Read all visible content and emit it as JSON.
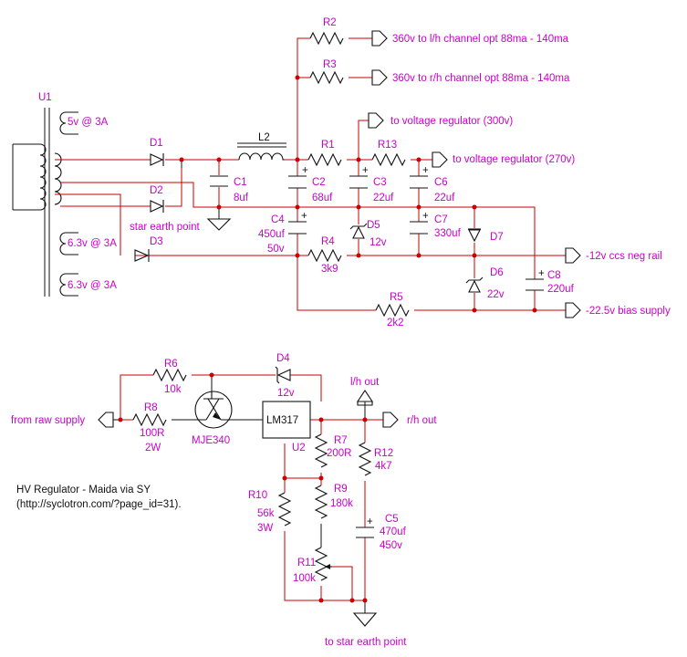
{
  "colors": {
    "wire": "#111111",
    "net": "#cc0000",
    "label": "#cc00cc"
  },
  "transformer": {
    "ref": "U1",
    "windings": [
      "5v @ 3A",
      "6.3v @ 3A",
      "6.3v @ 3A"
    ]
  },
  "components": {
    "D1": "D1",
    "D2": "D2",
    "D3": "D3",
    "D4": "D4",
    "D5": "D5",
    "D6": "D6",
    "D7": "D7",
    "L2": "L2",
    "R1": "R1",
    "R2": "R2",
    "R3": "R3",
    "R4": "R4",
    "R5": "R5",
    "R6": "R6",
    "R7": "R7",
    "R8": "R8",
    "R9": "R9",
    "R10": "R10",
    "R11": "R11",
    "R12": "R12",
    "R13": "R13",
    "C1": "C1",
    "C2": "C2",
    "C3": "C3",
    "C4": "C4",
    "C5": "C5",
    "C6": "C6",
    "C7": "C7",
    "C8": "C8",
    "U2": "U2"
  },
  "values": {
    "C1": "8uf",
    "C2": "68uf",
    "C3": "22uf",
    "C6": "22uf",
    "C4_a": "450uf",
    "C4_b": "50v",
    "D5": "12v",
    "C7": "330uf",
    "R4": "3k9",
    "D6": "22v",
    "C8": "220uf",
    "R5": "2k2",
    "R6": "10k",
    "R8_a": "100R",
    "R8_b": "2W",
    "Q1": "MJE340",
    "D4": "12v",
    "U2": "LM317",
    "R7": "200R",
    "R12": "4k7",
    "R9": "180k",
    "R10_a": "56k",
    "R10_b": "3W",
    "C5_a": "470uf",
    "C5_b": "450v",
    "R11": "100k"
  },
  "outputs": {
    "ch_left": "360v to l/h channel opt  88ma - 140ma",
    "ch_right": "360v to r/h channel opt 88ma - 140ma",
    "vreg300": "to voltage regulator (300v)",
    "vreg270": "to voltage regulator (270v)",
    "neg12": "-12v ccs neg rail",
    "bias": "-22.5v bias supply",
    "star": "star earth point"
  },
  "regulator": {
    "from_raw": "from raw supply",
    "lh_out": "l/h out",
    "rh_out": "r/h out",
    "to_star": "to star earth point"
  },
  "notes": {
    "line1": "HV Regulator - Maida via SY",
    "line2": "(http://syclotron.com/?page_id=31)."
  }
}
